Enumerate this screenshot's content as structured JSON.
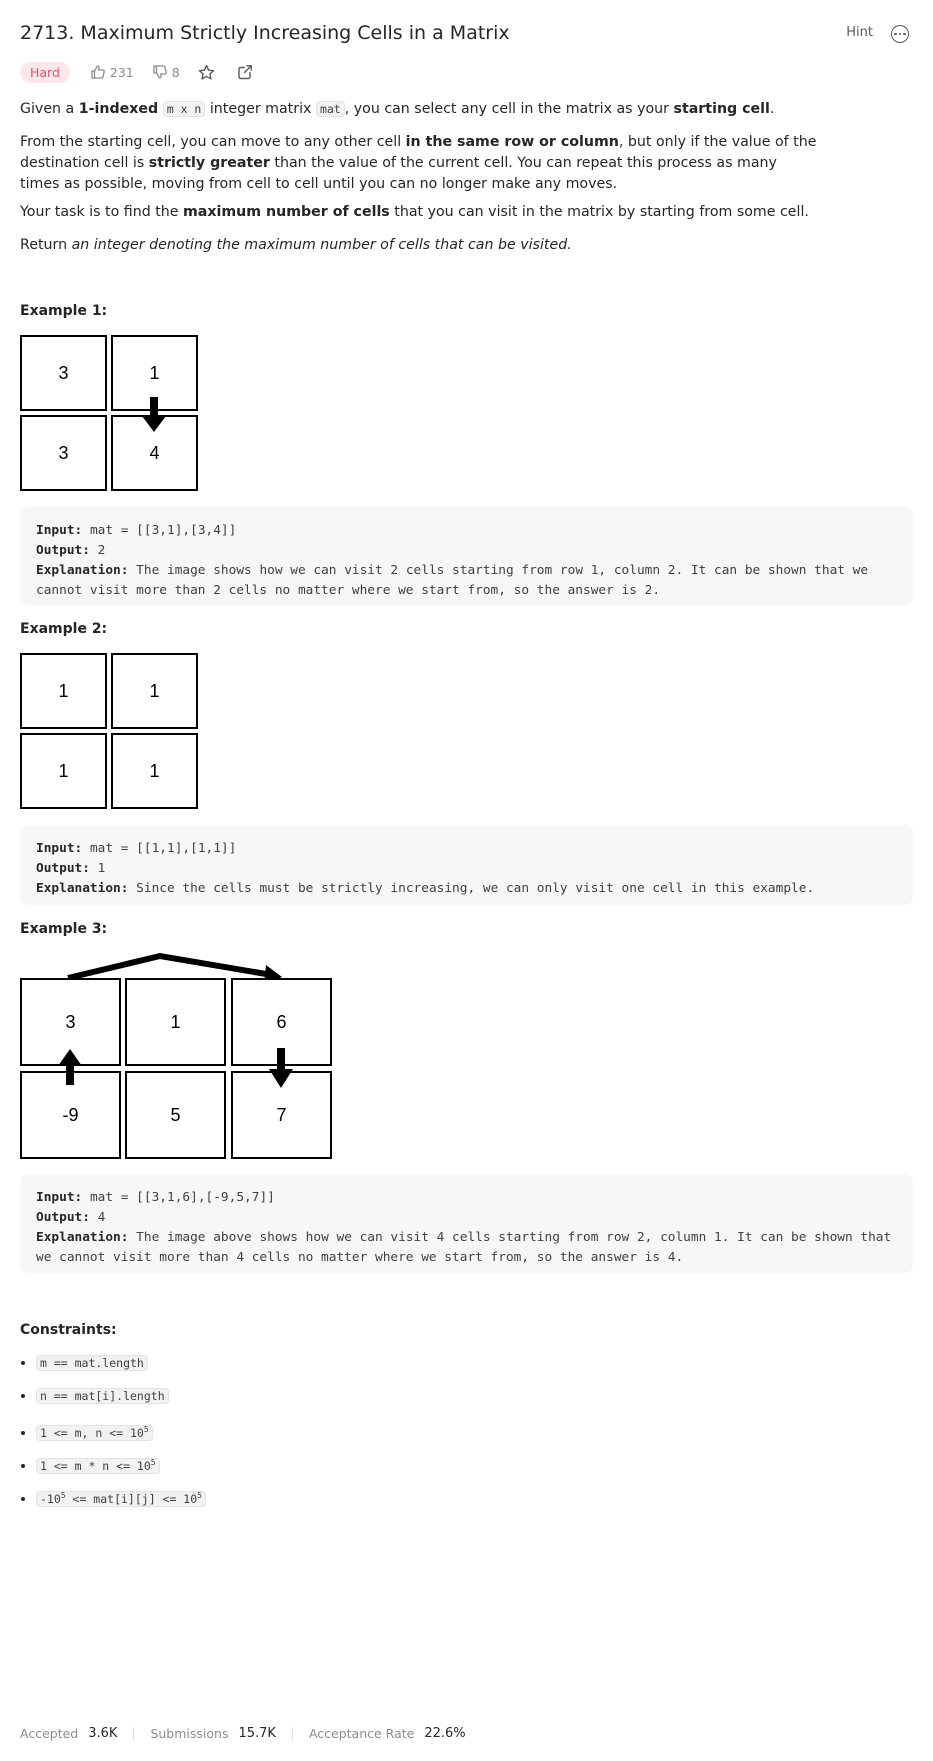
{
  "header": {
    "title": "2713. Maximum Strictly Increasing Cells in a Matrix",
    "hint_label": "Hint"
  },
  "meta": {
    "difficulty": "Hard",
    "likes": "231",
    "dislikes": "8",
    "icons": [
      "thumbs-up-icon",
      "thumbs-down-icon",
      "star-icon",
      "share-icon",
      "more-icon"
    ]
  },
  "description": {
    "p1": {
      "a": "Given a ",
      "b": "1-indexed",
      "c": " ",
      "d": "m x n",
      "e": " integer matrix ",
      "f": "mat",
      "g": ", you can select any cell in the matrix as your ",
      "h": "starting cell",
      "i": "."
    },
    "p2": {
      "a": "From the starting cell, you can move to any other cell ",
      "b": "in the same row or column",
      "c": ", but only if the value of the destination cell is ",
      "d": "strictly greater",
      "e": " than the value of the current cell. You can repeat this process as many times as possible, moving from cell to cell until you can no longer make any moves."
    },
    "p3": {
      "a": "Your task is to find the ",
      "b": "maximum number of cells",
      "c": " that you can visit in the matrix by starting from some cell."
    },
    "p4": {
      "a": "Return ",
      "b": "an integer denoting the maximum number of cells that can be visited."
    }
  },
  "examples": [
    {
      "heading": "Example 1:",
      "grid": [
        [
          "3",
          "1"
        ],
        [
          "3",
          "4"
        ]
      ],
      "input_label": "Input:",
      "input": "mat = [[3,1],[3,4]]",
      "output_label": "Output:",
      "output": "2",
      "explanation_label": "Explanation:",
      "explanation": "The image shows how we can visit 2 cells starting from row 1, column 2. It can be shown that we cannot visit more than 2 cells no matter where we start from, so the answer is 2."
    },
    {
      "heading": "Example 2:",
      "grid": [
        [
          "1",
          "1"
        ],
        [
          "1",
          "1"
        ]
      ],
      "input_label": "Input:",
      "input": "mat = [[1,1],[1,1]]",
      "output_label": "Output:",
      "output": "1",
      "explanation_label": "Explanation:",
      "explanation": "Since the cells must be strictly increasing, we can only visit one cell in this example."
    },
    {
      "heading": "Example 3:",
      "grid": [
        [
          "3",
          "1",
          "6"
        ],
        [
          "-9",
          "5",
          "7"
        ]
      ],
      "input_label": "Input:",
      "input": "mat = [[3,1,6],[-9,5,7]]",
      "output_label": "Output:",
      "output": "4",
      "explanation_label": "Explanation:",
      "explanation": "The image above shows how we can visit 4 cells starting from row 2, column 1. It can be shown that we cannot visit more than 4 cells no matter where we start from, so the answer is 4."
    }
  ],
  "constraints": {
    "heading": "Constraints:",
    "c1": "m == mat.length",
    "c2": "n == mat[i].length",
    "c3a": "1 <= m, n <= 10",
    "c3b": "5",
    "c4a": "1 <= m * n <= 10",
    "c4b": "5",
    "c5a": "-10",
    "c5b": "5",
    "c5c": " <= mat[i][j] <= 10",
    "c5d": "5"
  },
  "footer": {
    "accepted_label": "Accepted",
    "accepted_value": "3.6K",
    "submissions_label": "Submissions",
    "submissions_value": "15.7K",
    "rate_label": "Acceptance Rate",
    "rate_value": "22.6%"
  }
}
